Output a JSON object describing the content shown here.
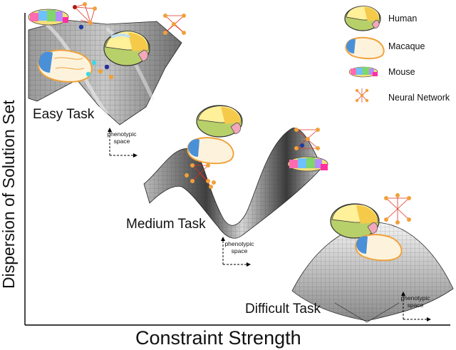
{
  "axes": {
    "x_label": "Constraint Strength",
    "y_label": "Dispersion of Solution Set"
  },
  "tasks": [
    {
      "label": "Easy Task",
      "space_label": "phenotypic space"
    },
    {
      "label": "Medium Task",
      "space_label": "phenotypic space"
    },
    {
      "label": "Difficult Task",
      "space_label": "phenotypic space"
    }
  ],
  "legend": {
    "items": [
      {
        "label": "Human",
        "icon": "human-brain-icon"
      },
      {
        "label": "Macaque",
        "icon": "macaque-brain-icon"
      },
      {
        "label": "Mouse",
        "icon": "mouse-brain-icon"
      },
      {
        "label": "Neural Network",
        "icon": "neural-network-icon"
      }
    ]
  },
  "colors": {
    "node": "#f0a13a",
    "edge": "#e0301e",
    "human_frontal": "#fff09a",
    "human_parietal": "#f5c94a",
    "human_temporal": "#b8d06a",
    "human_occipital": "#f1a8ba",
    "human_motor": "#bfe0f0",
    "macaque_fill": "#fdf3dc",
    "macaque_stroke": "#f0a13a",
    "macaque_visual": "#4a90d9",
    "surface_light": "#e6e6e6",
    "surface_dark": "#5a5a5a"
  }
}
